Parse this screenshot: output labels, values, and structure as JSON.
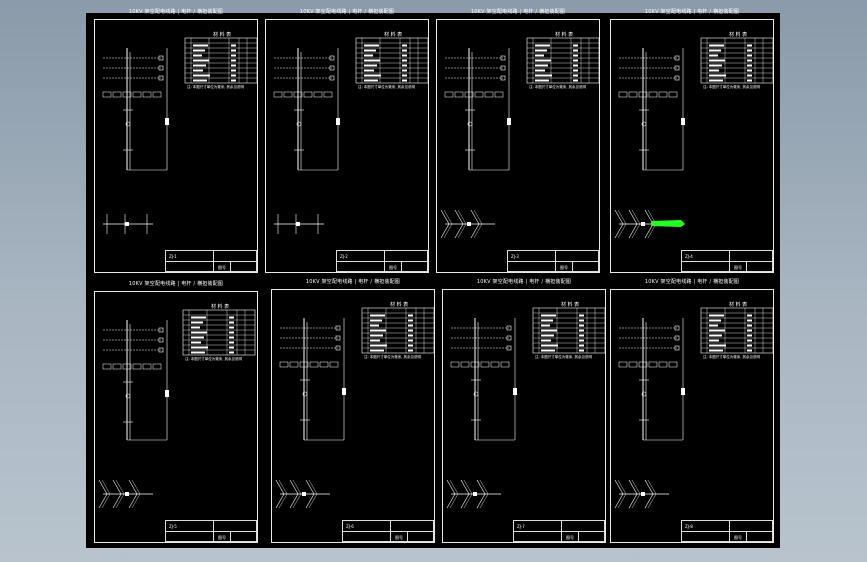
{
  "header_text": "10KV 架空配电线路 | 电杆 / 横担装配图",
  "sheets": [
    {
      "id": "s1",
      "table_title": "材 料 表",
      "note": "注: 本图尺寸单位为毫米, 其余见说明",
      "tb_code": "ZJ-1",
      "tb_label": "图号"
    },
    {
      "id": "s2",
      "table_title": "材 料 表",
      "note": "注: 本图尺寸单位为毫米, 其余见说明",
      "tb_code": "ZJ-2",
      "tb_label": "图号"
    },
    {
      "id": "s3",
      "table_title": "材 料 表",
      "note": "注: 本图尺寸单位为毫米, 其余见说明",
      "tb_code": "ZJ-3",
      "tb_label": "图号"
    },
    {
      "id": "s4",
      "table_title": "材 料 表",
      "note": "注: 本图尺寸单位为毫米, 其余见说明",
      "tb_code": "ZJ-4",
      "tb_label": "图号"
    },
    {
      "id": "s5",
      "table_title": "材 料 表",
      "note": "注: 本图尺寸单位为毫米, 其余见说明",
      "tb_code": "ZJ-5",
      "tb_label": "图号"
    },
    {
      "id": "s6",
      "table_title": "材 料 表",
      "note": "注: 本图尺寸单位为毫米, 其余见说明",
      "tb_code": "ZJ-6",
      "tb_label": "图号"
    },
    {
      "id": "s7",
      "table_title": "材 料 表",
      "note": "注: 本图尺寸单位为毫米, 其余见说明",
      "tb_code": "ZJ-7",
      "tb_label": "图号"
    },
    {
      "id": "s8",
      "table_title": "材 料 表",
      "note": "注: 本图尺寸单位为毫米, 其余见说明",
      "tb_code": "ZJ-8",
      "tb_label": "图号"
    }
  ],
  "colors": {
    "background": "#000000",
    "lines": "#ffffff",
    "highlight": "#22ff22"
  }
}
